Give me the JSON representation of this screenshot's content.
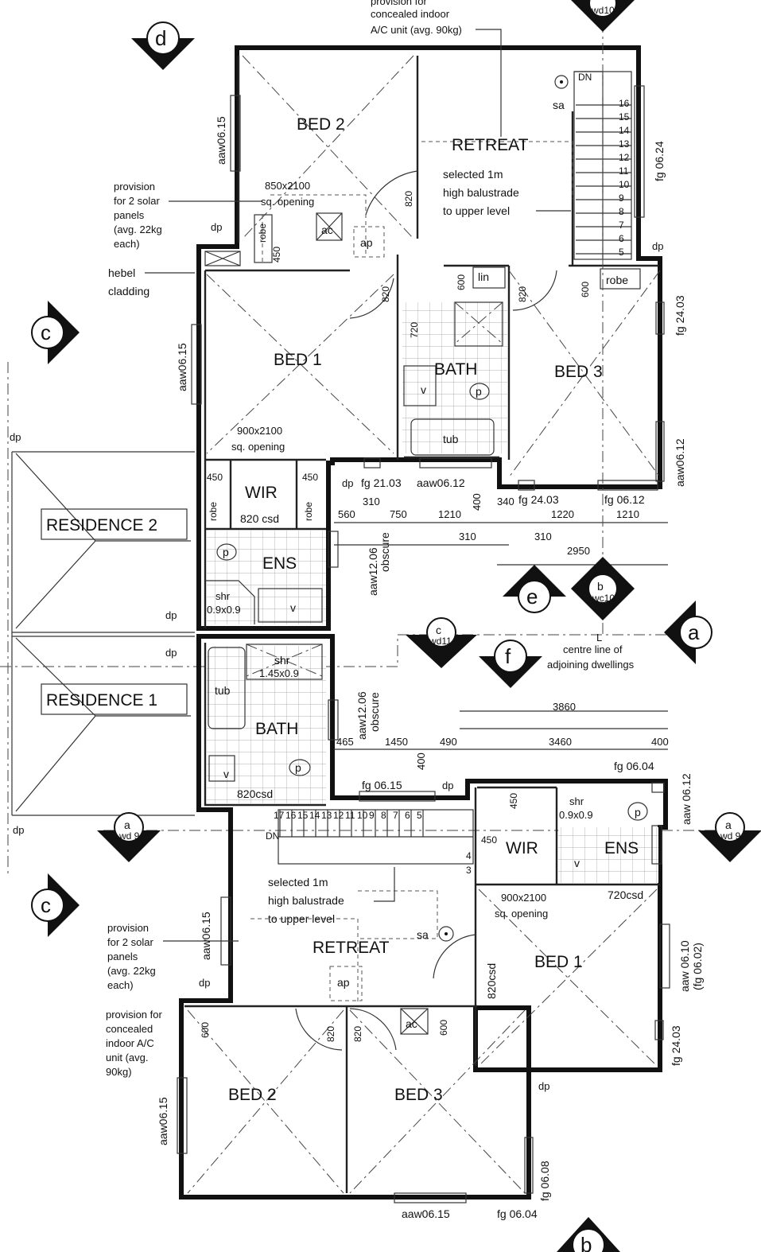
{
  "upper": {
    "rooms": {
      "bed2": "BED 2",
      "retreat": "RETREAT",
      "bed1": "BED 1",
      "bath": "BATH",
      "bed3": "BED 3",
      "wir": "WIR",
      "ens": "ENS"
    },
    "notes": {
      "ac_top_1": "provision for",
      "ac_top_2": "concealed indoor",
      "ac_top_3": "A/C unit (avg. 90kg)",
      "solar_1": "provision",
      "solar_2": "for 2 solar",
      "solar_3": "panels",
      "solar_4": "(avg. 22kg",
      "solar_5": "each)",
      "hebel_1": "hebel",
      "hebel_2": "cladding",
      "balustrade_1": "selected 1m",
      "balustrade_2": "high balustrade",
      "balustrade_3": "to upper level",
      "opening1_size": "850x2100",
      "opening1_label": "sq. opening",
      "opening2_size": "900x2100",
      "opening2_label": "sq. opening",
      "csd": "820 csd",
      "shr_1": "shr",
      "shr_2": "0.9x0.9"
    },
    "labels": {
      "aaw_bed2": "aaw06.15",
      "aaw_bed1": "aaw06.15",
      "fg_stair": "fg 06.24",
      "fg_bed3": "fg 24.03",
      "aaw_bed3": "aaw06.12",
      "aaw_obscure": "aaw12.06",
      "obscure": "obscure",
      "fg_21": "fg 21.03",
      "aaw_0612": "aaw06.12",
      "fg_2403b": "fg 24.03",
      "fg_0612": "fg 06.12",
      "dp": "dp",
      "sa": "sa",
      "dn": "DN",
      "ac": "ac",
      "ap": "ap",
      "lin": "lin",
      "robe": "robe",
      "tub": "tub",
      "p": "p",
      "v": "v",
      "d820a": "820",
      "d820b": "820",
      "d820c": "820",
      "d600a": "600",
      "d600b": "600",
      "d720": "720",
      "d450a": "450",
      "d450b": "450",
      "d450c": "450"
    },
    "stair_nums": [
      "16",
      "15",
      "14",
      "13",
      "12",
      "11",
      "10",
      "9",
      "8",
      "7",
      "6",
      "5"
    ],
    "dims": {
      "a": "560",
      "b": "310",
      "c": "750",
      "d": "1210",
      "e": "400",
      "f": "310",
      "g": "340",
      "h": "1220",
      "i": "1210",
      "j": "310",
      "k": "2950"
    }
  },
  "residence2": "RESIDENCE 2",
  "residence1": "RESIDENCE 1",
  "centre_1": "centre line of",
  "centre_2": "adjoining dwellings",
  "centre_L": "L",
  "markers": {
    "c": "c",
    "d": "d",
    "e": "e",
    "f": "f",
    "a": "a",
    "b": "b",
    "wd10": "wd10",
    "wc10": "wc10",
    "wd11": "wd11",
    "wd9": "wd 9"
  },
  "lower": {
    "rooms": {
      "bath": "BATH",
      "wir": "WIR",
      "ens": "ENS",
      "retreat": "RETREAT",
      "bed1": "BED 1",
      "bed2": "BED 2",
      "bed3": "BED 3"
    },
    "notes": {
      "shr_1": "shr",
      "shr_2": "1.45x0.9",
      "shr2_1": "shr",
      "shr2_2": "0.9x0.9",
      "csd_bath": "820csd",
      "csd_ens": "720csd",
      "csd_bed1": "820csd",
      "opening_size": "900x2100",
      "opening_label": "sq. opening",
      "balustrade_1": "selected 1m",
      "balustrade_2": "high balustrade",
      "balustrade_3": "to upper level",
      "solar_1": "provision",
      "solar_2": "for 2 solar",
      "solar_3": "panels",
      "solar_4": "(avg. 22kg",
      "solar_5": "each)",
      "ac_1": "provision for",
      "ac_2": "concealed",
      "ac_3": "indoor A/C",
      "ac_4": "unit (avg.",
      "ac_5": "90kg)"
    },
    "labels": {
      "aaw_obscure": "aaw12.06",
      "obscure": "obscure",
      "fg_0615": "fg 06.15",
      "fg_0604": "fg 06.04",
      "aaw_0612": "aaw 06.12",
      "aaw_retreat": "aaw06.15",
      "aaw_0610": "aaw 06.10",
      "fg_0602": "(fg 06.02)",
      "fg_2403": "fg 24.03",
      "aaw_bed2": "aaw06.15",
      "fg_0608": "fg 06.08",
      "aaw_bottom": "aaw06.15",
      "fg_0604b": "fg 06.04",
      "dp": "dp",
      "sa": "sa",
      "dn": "DN",
      "ap": "ap",
      "ac": "ac",
      "tub": "tub",
      "p": "p",
      "v": "v",
      "d450": "450",
      "d450b": "450",
      "d820a": "820",
      "d820b": "820",
      "d600a": "600",
      "d600b": "600"
    },
    "stair_nums": [
      "17",
      "16",
      "15",
      "14",
      "13",
      "12",
      "11",
      "10",
      "9",
      "8",
      "7",
      "6",
      "5",
      "4",
      "3"
    ],
    "dims": {
      "a": "465",
      "b": "1450",
      "c": "490",
      "d": "400",
      "e": "3460",
      "f": "400",
      "g": "3860"
    }
  }
}
